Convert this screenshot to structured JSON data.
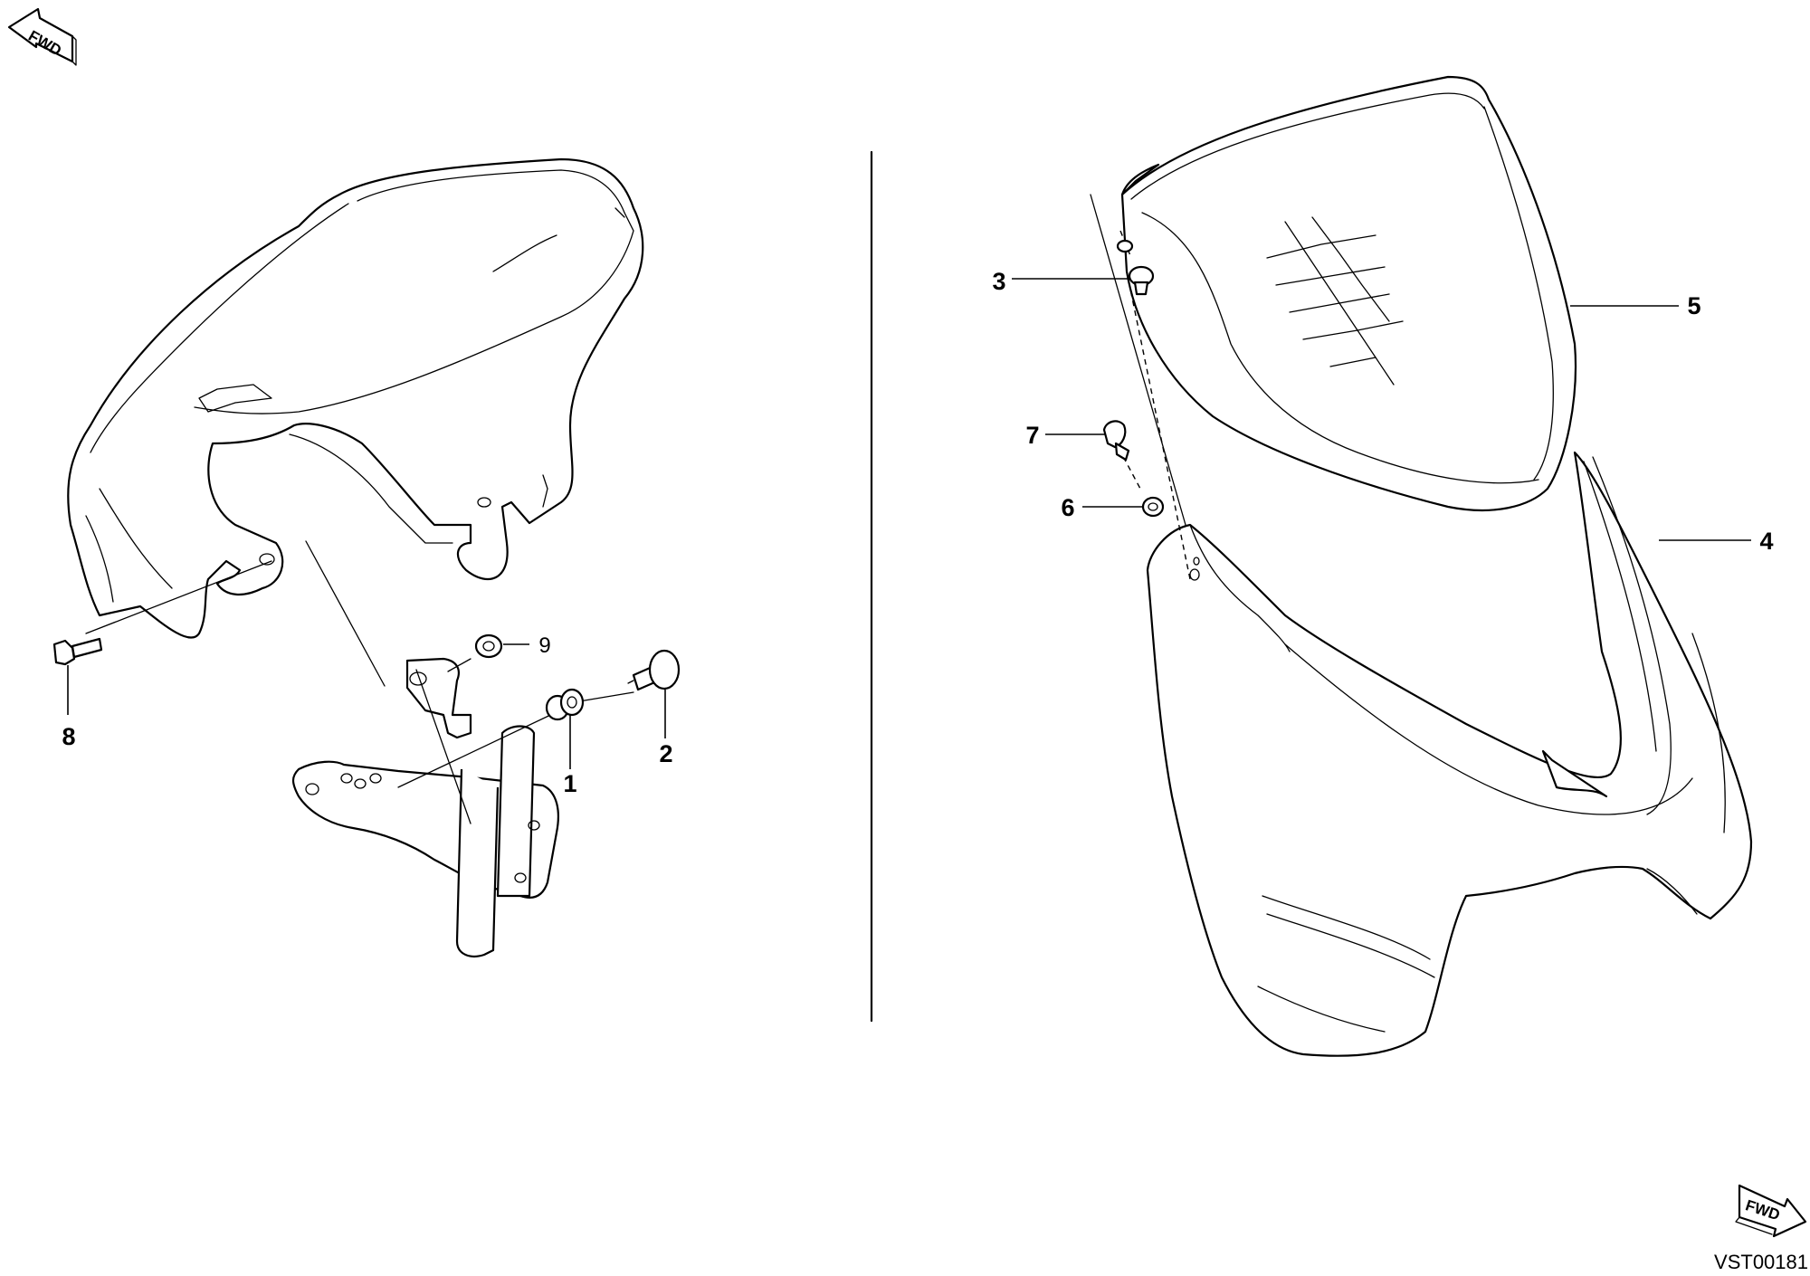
{
  "arrows": {
    "top_left_label": "FWD",
    "bottom_right_label": "FWD"
  },
  "callouts": {
    "c1": "1",
    "c2": "2",
    "c3": "3",
    "c4": "4",
    "c5": "5",
    "c6": "6",
    "c7": "7",
    "c8": "8",
    "c9": "9"
  },
  "drawing_code": "VST00181"
}
